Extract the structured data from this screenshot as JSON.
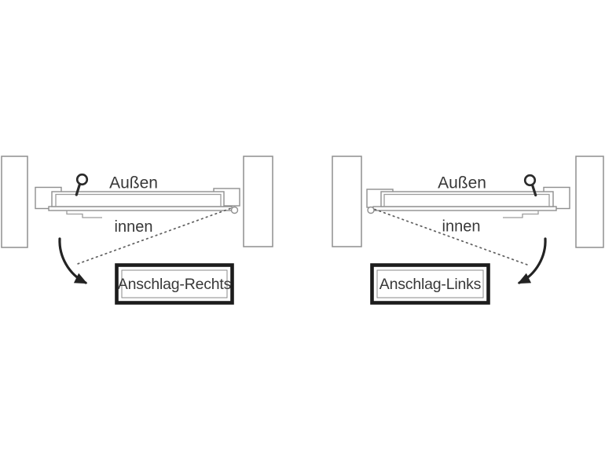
{
  "page": {
    "background": "#ffffff"
  },
  "colors": {
    "outline_gray": "#8f8f8f",
    "hatch_gray": "#9c9c9c",
    "handle_dark": "#2b2b2b",
    "arrow_dark": "#232323",
    "box_border": "#1c1c1c",
    "text": "#383838",
    "dotted_line": "#5f5f5f"
  },
  "diagrams": [
    {
      "id": "anschlag-rechts",
      "hinge_side": "right",
      "outside_label": "Außen",
      "inside_label": "innen",
      "caption": "Anschlag-Rechts"
    },
    {
      "id": "anschlag-links",
      "hinge_side": "left",
      "outside_label": "Außen",
      "inside_label": "innen",
      "caption": "Anschlag-Links"
    }
  ],
  "icons": [
    "door-handle-icon",
    "hinge-pivot-icon",
    "swing-direction-arrow-icon",
    "wall-hatch"
  ]
}
